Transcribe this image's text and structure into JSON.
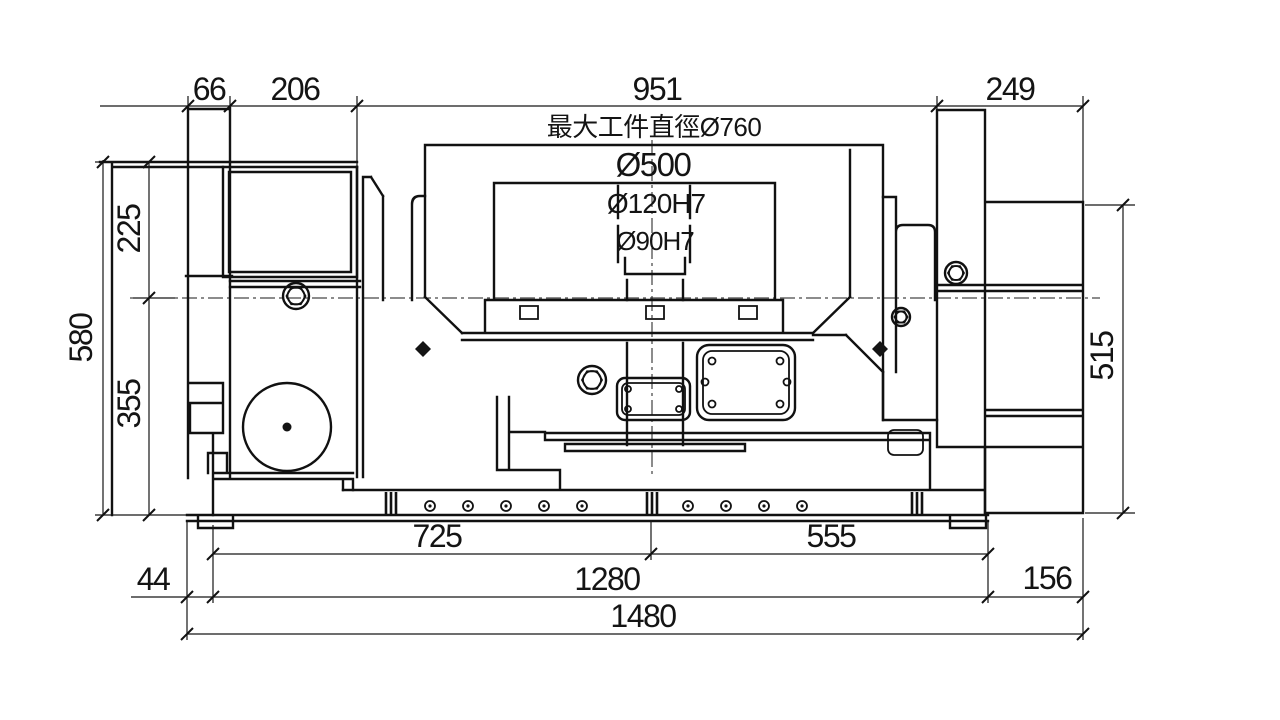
{
  "drawing": {
    "background": "#ffffff",
    "line_color": "#111111",
    "center_annotations": {
      "max_workpiece": "最大工件直徑Ø760",
      "dia_500": "Ø500",
      "dia_120": "Ø120H7",
      "dia_90": "Ø90H7"
    },
    "dimensions": {
      "top_left_width": "66",
      "top_column_width": "206",
      "top_span": "951",
      "top_right_span": "249",
      "left_upper": "225",
      "left_total": "580",
      "left_lower": "355",
      "right_height": "515",
      "base_left": "725",
      "base_right": "555",
      "foot_left": "44",
      "base_total": "1280",
      "foot_right": "156",
      "overall_width": "1480"
    }
  }
}
